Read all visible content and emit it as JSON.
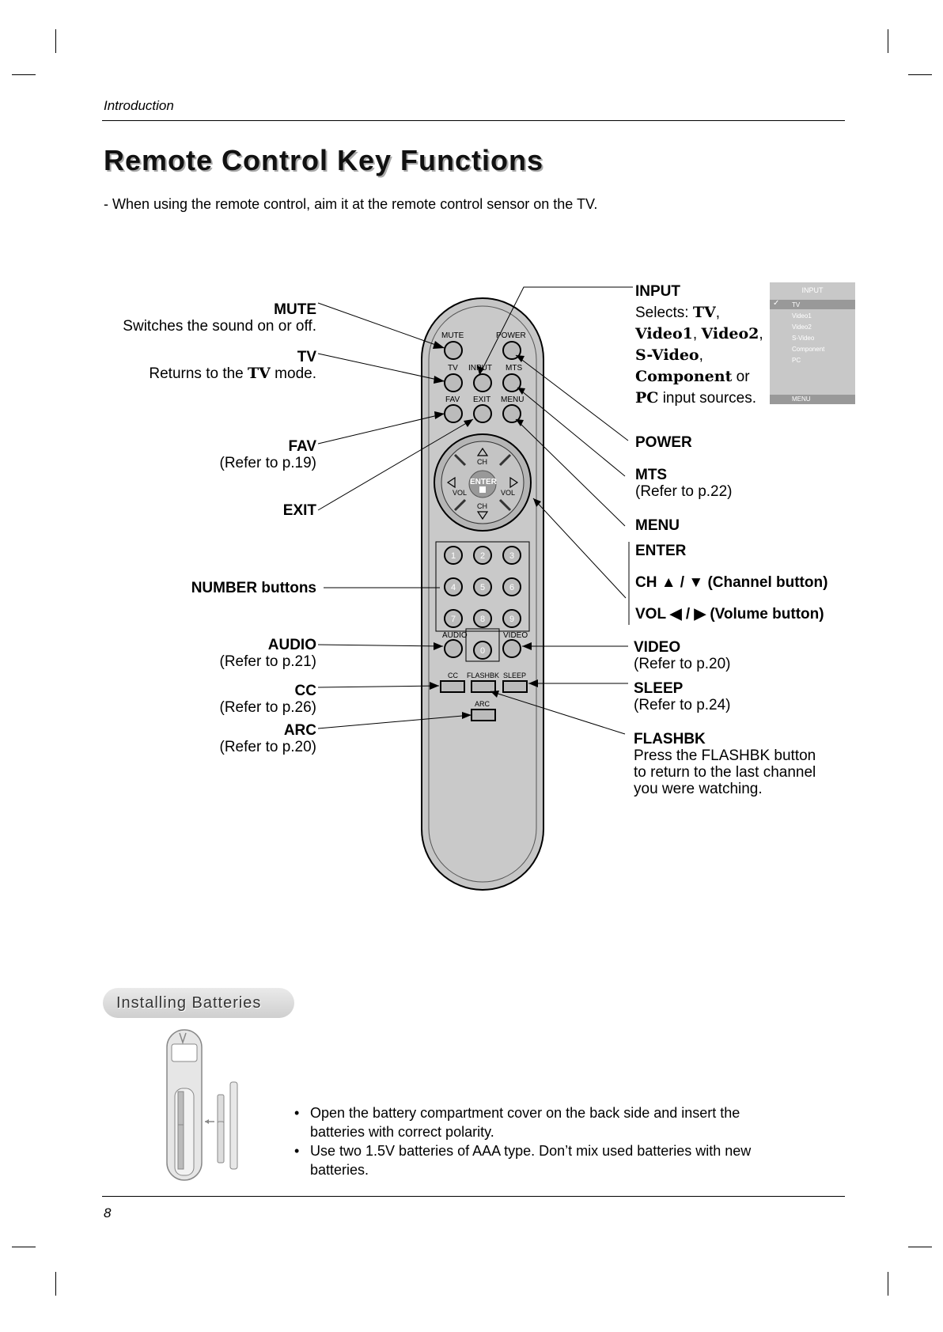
{
  "header": {
    "section": "Introduction"
  },
  "page": {
    "title": "Remote Control Key Functions",
    "intro": "- When using the remote control, aim it at the remote control sensor on the TV.",
    "number": "8"
  },
  "left_labels": {
    "mute": {
      "name": "MUTE",
      "desc": "Switches the sound on or off."
    },
    "tv": {
      "name": "TV",
      "desc_pre": "Returns to the ",
      "desc_key": "TV",
      "desc_post": " mode."
    },
    "fav": {
      "name": "FAV",
      "desc": "(Refer to p.19)"
    },
    "exit": {
      "name": "EXIT"
    },
    "number": {
      "name": "NUMBER buttons"
    },
    "audio": {
      "name": "AUDIO",
      "desc": "(Refer to p.21)"
    },
    "cc": {
      "name": "CC",
      "desc": "(Refer to p.26)"
    },
    "arc": {
      "name": "ARC",
      "desc": "(Refer to p.20)"
    }
  },
  "right_labels": {
    "input": {
      "name": "INPUT",
      "selects": "Selects: ",
      "tv": "TV",
      "video1": "Video1",
      "video2": "Video2",
      "svideo": "S-Video",
      "component": "Component",
      "or": " or",
      "pc": "PC",
      "tail": " input sources."
    },
    "power": {
      "name": "POWER"
    },
    "mts": {
      "name": "MTS",
      "desc": "(Refer to p.22)"
    },
    "menu": {
      "name": "MENU"
    },
    "enter": {
      "name": "ENTER"
    },
    "ch": {
      "name": "CH ▲ / ▼  (Channel button)"
    },
    "vol": {
      "name": "VOL ◀ / ▶  (Volume button)"
    },
    "video": {
      "name": "VIDEO",
      "desc": "(Refer to p.20)"
    },
    "sleep": {
      "name": "SLEEP",
      "desc": "(Refer to p.24)"
    },
    "flashbk": {
      "name": "FLASHBK",
      "desc1": "Press the FLASHBK button",
      "desc2": "to return to the last channel",
      "desc3": "you were watching."
    }
  },
  "osd_menu": {
    "title": "INPUT",
    "items": [
      "TV",
      "Video1",
      "Video2",
      "S-Video",
      "Component",
      "PC"
    ],
    "selected": "TV",
    "footer": "MENU"
  },
  "remote": {
    "keys": {
      "mute": "MUTE",
      "power": "POWER",
      "tv": "TV",
      "input": "INPUT",
      "mts": "MTS",
      "fav": "FAV",
      "exit": "EXIT",
      "menu": "MENU",
      "ch": "CH",
      "vol": "VOL",
      "enter": "ENTER",
      "digits": [
        "1",
        "2",
        "3",
        "4",
        "5",
        "6",
        "7",
        "8",
        "9",
        "0"
      ],
      "audio": "AUDIO",
      "video": "VIDEO",
      "cc": "CC",
      "flashbk": "FLASHBK",
      "sleep": "SLEEP",
      "arc": "ARC"
    }
  },
  "batteries": {
    "heading": "Installing Batteries",
    "bullets": [
      "Open the battery compartment cover on the back side and insert the batteries with correct polarity.",
      "Use two 1.5V batteries of AAA type. Don’t mix used batteries with new batteries."
    ]
  }
}
